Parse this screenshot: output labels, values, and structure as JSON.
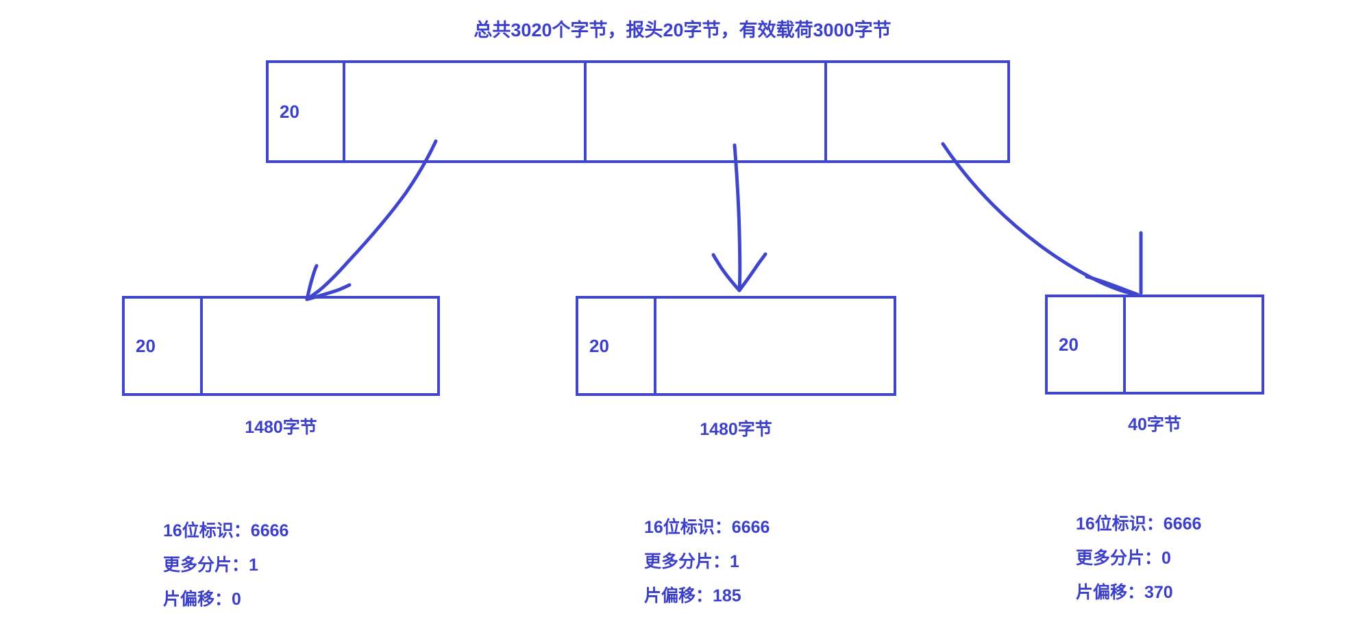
{
  "title": "总共3020个字节，报头20字节，有效载荷3000字节",
  "colors": {
    "ink": "#3f46cc",
    "text": "#3b3fc9",
    "background": "#ffffff"
  },
  "original_packet": {
    "name": "original-ip-datagram",
    "header_label": "20",
    "segments": [
      {
        "label": ""
      },
      {
        "label": ""
      },
      {
        "label": ""
      }
    ]
  },
  "fragments": [
    {
      "header_label": "20",
      "size_caption": "1480字节",
      "fields": {
        "identification": "16位标识：6666",
        "more_fragments": "更多分片：1",
        "fragment_offset": "片偏移：0"
      }
    },
    {
      "header_label": "20",
      "size_caption": "1480字节",
      "fields": {
        "identification": "16位标识：6666",
        "more_fragments": "更多分片：1",
        "fragment_offset": "片偏移：185"
      }
    },
    {
      "header_label": "20",
      "size_caption": "40字节",
      "fields": {
        "identification": "16位标识：6666",
        "more_fragments": "更多分片：0",
        "fragment_offset": "片偏移：370"
      }
    }
  ],
  "arrows": [
    {
      "name": "arrow-to-fragment-1"
    },
    {
      "name": "arrow-to-fragment-2"
    },
    {
      "name": "arrow-to-fragment-3"
    }
  ]
}
